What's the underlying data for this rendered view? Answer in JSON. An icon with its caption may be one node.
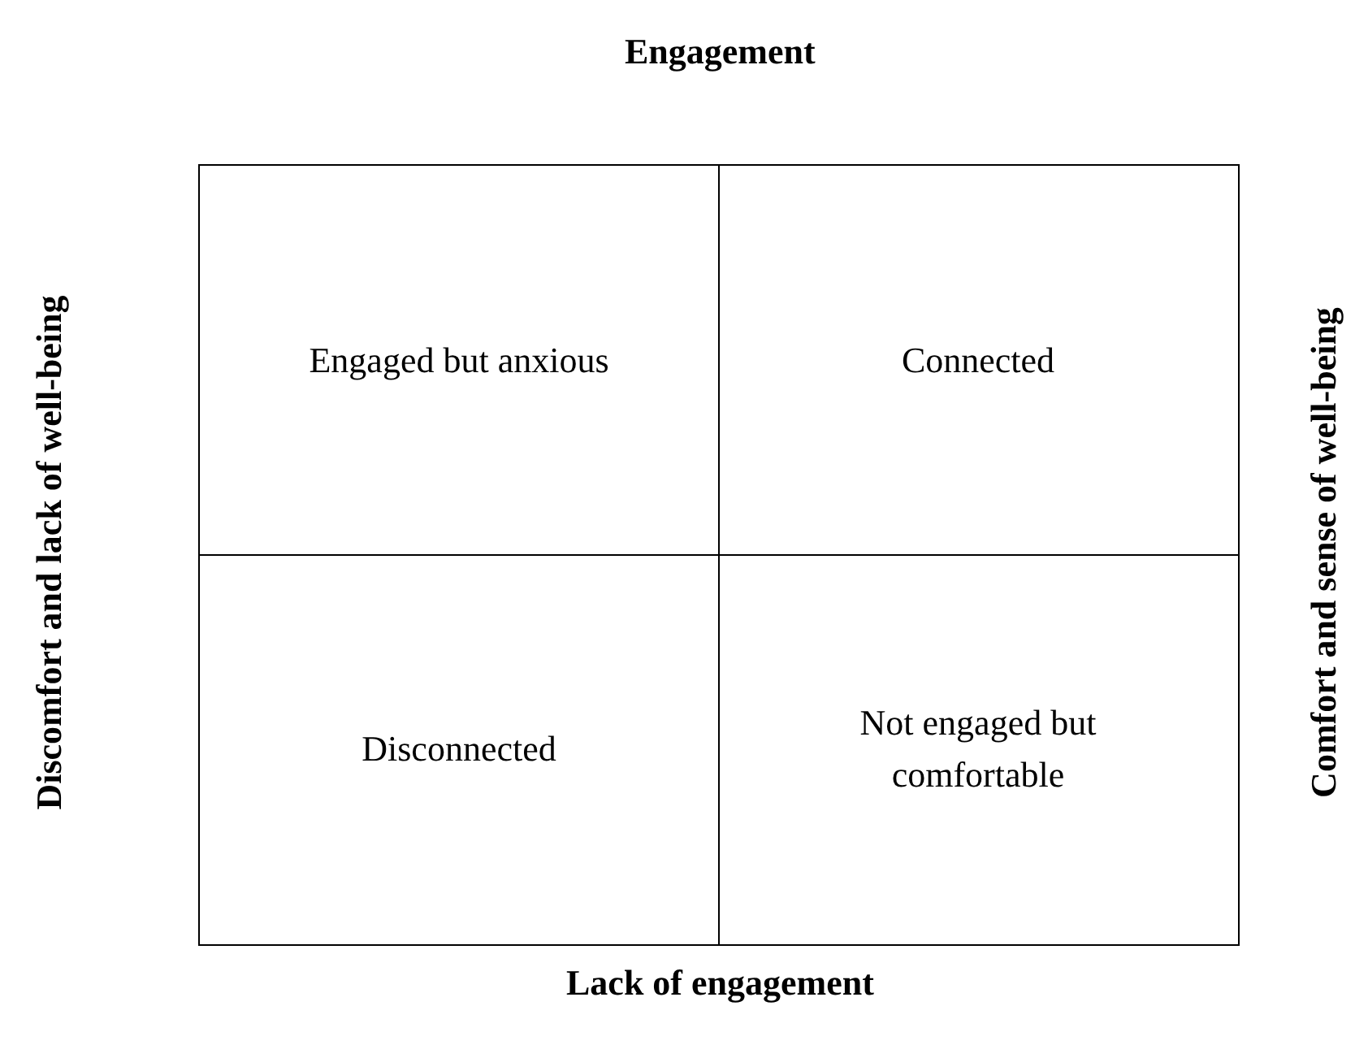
{
  "diagram": {
    "nodes": [
      {
        "text": [
          "Engaged but anxious"
        ]
      },
      {
        "text": [
          "Connected"
        ]
      },
      {
        "text": [
          "Disconnected"
        ]
      },
      {
        "text": [
          "Not engaged but comfortable"
        ]
      }
    ],
    "labels": [
      "Engagement",
      "Discomfort and lack of well-being",
      "Comfort and sense of well-being",
      "Lack of engagement"
    ]
  }
}
